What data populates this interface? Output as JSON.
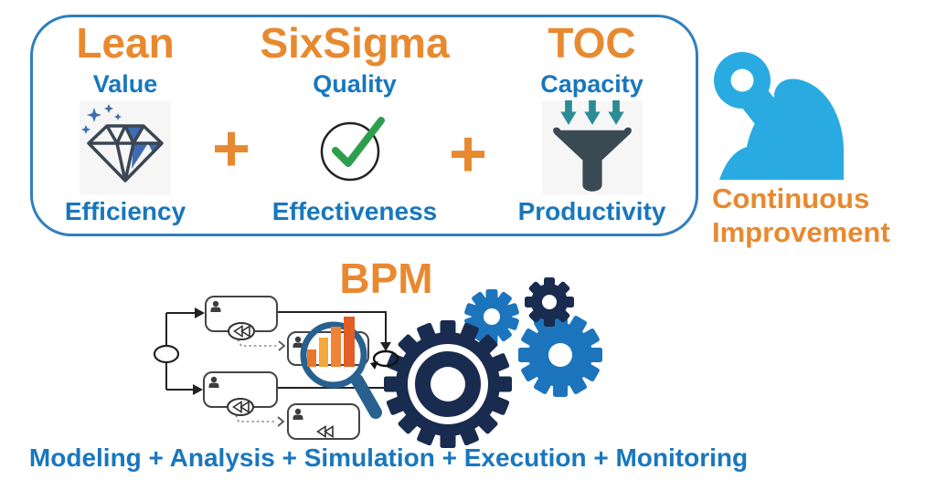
{
  "framework": {
    "plus": "+",
    "columns": [
      {
        "title": "Lean",
        "top": "Value",
        "bottom": "Efficiency",
        "icon": "diamond-icon"
      },
      {
        "title": "SixSigma",
        "top": "Quality",
        "bottom": "Effectiveness",
        "icon": "checkmark-circle-icon"
      },
      {
        "title": "TOC",
        "top": "Capacity",
        "bottom": "Productivity",
        "icon": "funnel-arrows-icon"
      }
    ]
  },
  "continuous_improvement": {
    "line1": "Continuous",
    "line2": "Improvement",
    "icon": "flexed-arm-icon"
  },
  "bpm": {
    "title": "BPM",
    "caption": "Modeling + Analysis + Simulation + Execution + Monitoring",
    "icons": [
      "bpmn-process-diagram",
      "magnifier-bar-chart-icon",
      "gears-icon"
    ],
    "magnifier_bar_heights": [
      19,
      32,
      44,
      55
    ]
  },
  "colors": {
    "orange": "#E8892F",
    "blue_text": "#1877BD",
    "box_border": "#2F7FBE",
    "arm_blue": "#29ABE2",
    "teal_arrow": "#2B8C96",
    "funnel_dark": "#3A4A52",
    "gear_navy": "#192C4F",
    "gear_blue": "#1C75BC",
    "magnifier_blue": "#28618F",
    "check_green": "#2E9E4D",
    "diamond_blue": "#3E6CB3",
    "bar_colors": [
      "#E8762B",
      "#F2A83B",
      "#EE8435",
      "#E35E24"
    ]
  }
}
